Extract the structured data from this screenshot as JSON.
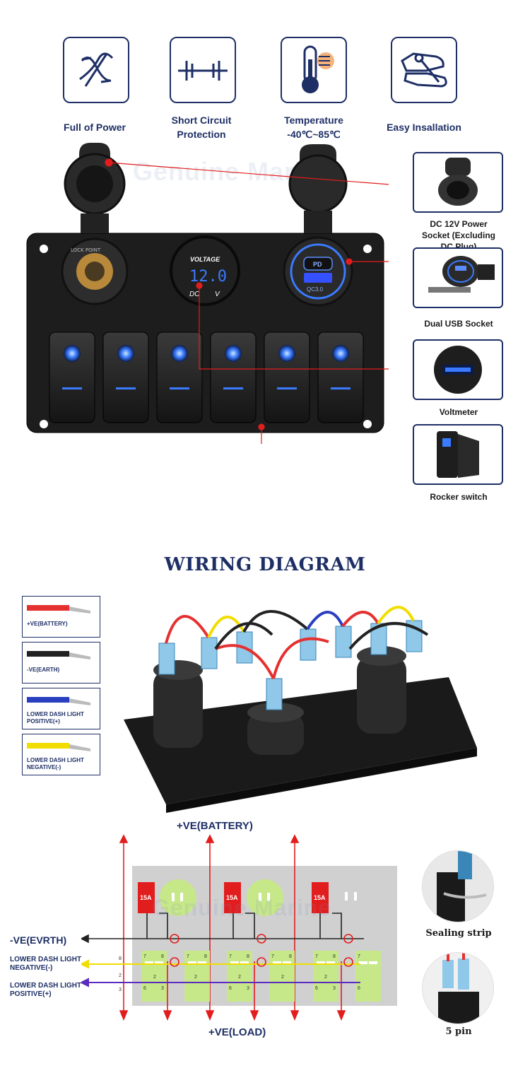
{
  "features": [
    {
      "label": "Full of Power",
      "icon": "power-icon"
    },
    {
      "label": "Short Circuit Protection",
      "icon": "short-circuit-icon"
    },
    {
      "label": "Temperature -40℃~85℃",
      "icon": "thermometer-icon"
    },
    {
      "label": "Easy Insallation",
      "icon": "wrench-hand-icon"
    }
  ],
  "watermark": "Genuine Marine",
  "panel": {
    "lock_point": "LOCK POINT",
    "voltmeter": {
      "title": "VOLTAGE",
      "reading": "12.0",
      "dc": "DC",
      "v": "V"
    },
    "usb": {
      "pd": "PD",
      "qc": "QC3.0"
    }
  },
  "components": [
    {
      "label": "DC 12V Power Socket (Excluding DC Plug)"
    },
    {
      "label": "Dual USB Socket"
    },
    {
      "label": "Voltmeter"
    },
    {
      "label": "Rocker switch"
    }
  ],
  "wiring_title": "WIRING DIAGRAM",
  "wire_legend": [
    {
      "label": "+VE(BATTERY)",
      "color": "#e53030"
    },
    {
      "label": "-VE(EARTH)",
      "color": "#222222"
    },
    {
      "label": "LOWER DASH LIGHT POSITIVE(+)",
      "color": "#2a3fbf"
    },
    {
      "label": "LOWER DASH LIGHT NEGATIVE(-)",
      "color": "#f2dd00"
    }
  ],
  "schematic": {
    "battery": "+VE(BATTERY)",
    "load": "+VE(LOAD)",
    "earth": "-VE(EVRTH)",
    "negative": "LOWER DASH LIGHT NEGATIVE(-)",
    "positive": "LOWER DASH LIGHT POSITIVE(+)",
    "fuse": "15A",
    "pins": {
      "p8": "8",
      "p7": "7",
      "p2": "2",
      "p6": "6",
      "p3": "3"
    }
  },
  "details": [
    {
      "label": "Sealing strip"
    },
    {
      "label": "5 pin"
    }
  ],
  "colors": {
    "navy": "#1e2f66",
    "red": "#e21d1d",
    "blue_led": "#3a7bff",
    "green_pad": "#c7e889"
  }
}
